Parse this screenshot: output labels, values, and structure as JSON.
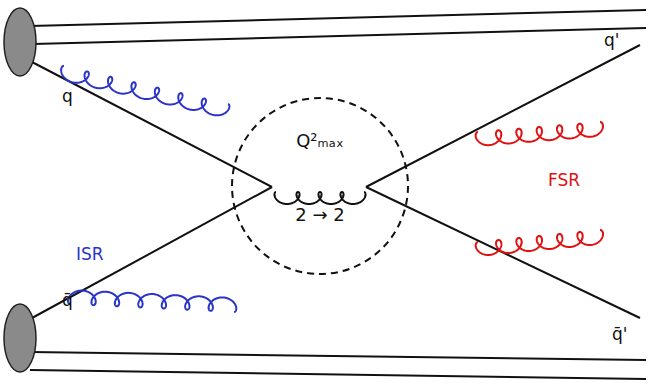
{
  "diagram": {
    "nodes": [
      {
        "text": [
          "Q²ₘₐₓ",
          "2 → 2"
        ]
      }
    ],
    "labels": [
      "q",
      "q̄",
      "ISR",
      "q'",
      "FSR",
      "q̄'"
    ]
  }
}
